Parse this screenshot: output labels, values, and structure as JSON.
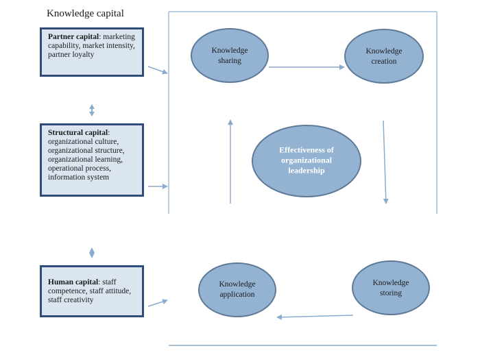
{
  "title": "Knowledge capital",
  "capitals": [
    {
      "name": "Partner capital",
      "suffix": ": marketing capability, market intensity, partner loyalty"
    },
    {
      "name": "Structural capital",
      "suffix": ": organizational culture, organizational structure, organizational learning, operational process, information system"
    },
    {
      "name": "Human capital",
      "suffix": ": staff competence, staff attitude, staff creativity"
    }
  ],
  "nodes": {
    "sharing": {
      "line1": "Knowledge",
      "line2": "sharing"
    },
    "creation": {
      "line1": "Knowledge",
      "line2": "creation"
    },
    "center": {
      "line1": "Effectiveness of",
      "line2": "organizational",
      "line3": "leadership"
    },
    "application": {
      "line1": "Knowledge",
      "line2": "application"
    },
    "storing": {
      "line1": "Knowledge",
      "line2": "storing"
    }
  },
  "colors": {
    "node_fill": "#94b3d2",
    "node_stroke": "#5f7a99",
    "box_fill": "#dae5f0",
    "box_border": "#2f4d78",
    "arrow": "#8aaccc",
    "frame": "#b9cde0"
  }
}
